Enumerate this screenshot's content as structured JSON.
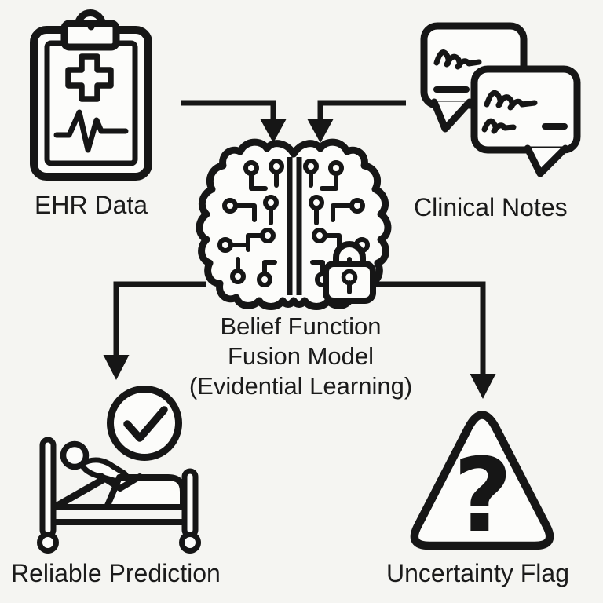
{
  "diagram": {
    "type": "flowchart",
    "colors": {
      "background": "#f5f5f2",
      "ink": "#161616",
      "paper": "#fcfcfa",
      "text": "#1b1b1b"
    },
    "nodes": {
      "ehr": {
        "label": "EHR Data",
        "icon": "medical-clipboard-icon"
      },
      "clinical_notes": {
        "label": "Clinical Notes",
        "icon": "speech-bubbles-icon"
      },
      "fusion_model": {
        "label_lines": [
          "Belief Function",
          "Fusion Model",
          "(Evidential Learning)"
        ],
        "icon": "circuit-brain-icon",
        "badge_icon": "privacy-lock-icon"
      },
      "reliable_prediction": {
        "label": "Reliable Prediction",
        "icon": "patient-bed-icon",
        "badge_icon": "check-circle-icon"
      },
      "uncertainty_flag": {
        "label": "Uncertainty Flag",
        "icon": "warning-triangle-icon",
        "glyph": "?"
      }
    },
    "edges": [
      {
        "from": "ehr",
        "to": "fusion_model"
      },
      {
        "from": "clinical_notes",
        "to": "fusion_model"
      },
      {
        "from": "fusion_model",
        "to": "reliable_prediction"
      },
      {
        "from": "fusion_model",
        "to": "uncertainty_flag"
      }
    ]
  }
}
